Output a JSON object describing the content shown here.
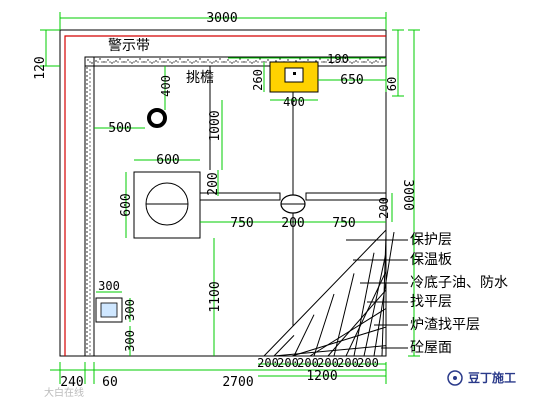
{
  "colors": {
    "dimension_green": "#00cc00",
    "outline_black": "#000000",
    "warning_strip_red": "#d40000",
    "drain_fill_yellow": "#ffd200",
    "hatch_black": "#000000",
    "watermark_gray": "#bbbbbb",
    "brand_blue": "#2a3a8a"
  },
  "labels": {
    "warning_strip": "警示带",
    "parapet": "挑檐"
  },
  "dimensions": {
    "top_total": "3000",
    "left_top": "120",
    "drain_190": "190",
    "drain_650": "650",
    "right_60": "60",
    "pole_400": "400",
    "drain_260": "260",
    "drain_400": "400",
    "vent_500": "500",
    "v_1000": "1000",
    "box_600_h": "600",
    "box_600_v": "600",
    "v_200": "200",
    "right_total": "3000",
    "h_750_left": "750",
    "h_200_mid": "200",
    "h_750_right": "750",
    "right_200": "200",
    "small_300_h": "300",
    "small_300_v": "300",
    "small_300_v2": "300",
    "v_1100": "1100",
    "bottom_200s": [
      "200",
      "200",
      "200",
      "200",
      "200",
      "200"
    ],
    "bottom_1200": "1200",
    "bottom_240": "240",
    "bottom_60": "60",
    "bottom_2700": "2700"
  },
  "layers": [
    "保护层",
    "保温板",
    "冷底子油、防水",
    "找平层",
    "炉渣找平层",
    "砼屋面"
  ],
  "watermark": {
    "left": "大白在线",
    "brand": "豆丁施工"
  }
}
